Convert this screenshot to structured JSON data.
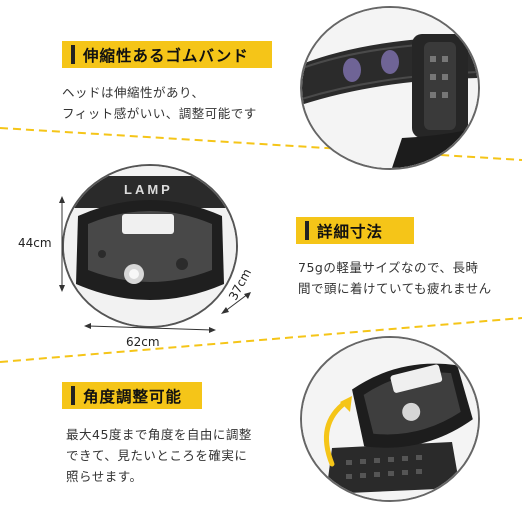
{
  "section1": {
    "title": "伸縮性あるゴムバンド",
    "desc": [
      "ヘッドは伸縮性があり、",
      "フィット感がいい、調整可能です"
    ]
  },
  "section2": {
    "title": "詳細寸法",
    "desc": [
      "75gの軽量サイズなので、長時",
      "間で頭に着けていても疲れません"
    ],
    "dims": {
      "height": "44cm",
      "width": "62cm",
      "depth": "37cm"
    },
    "product_print": "LAMP"
  },
  "section3": {
    "title": "角度調整可能",
    "desc": [
      "最大45度まで角度を自由に調整",
      "できて、見たいところを確実に",
      "照らせます。"
    ]
  },
  "colors": {
    "accent": "#f5c518",
    "text": "#333333",
    "title": "#111111",
    "line": "#5a5a5a"
  },
  "icons": [
    "headband-photo",
    "headlamp-front-photo",
    "headlamp-tilted-photo",
    "rotation-arrow-icon"
  ]
}
